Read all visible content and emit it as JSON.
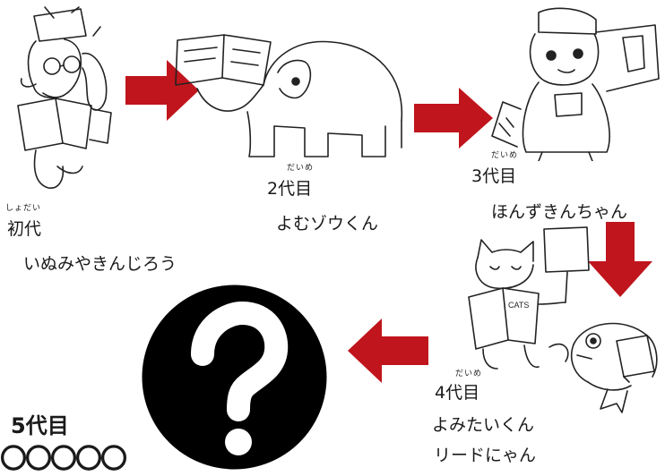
{
  "generations": [
    {
      "ruby": "しょだい",
      "label": "初代",
      "name": "いぬみやきんじろう",
      "character": "dog-with-glasses-reading"
    },
    {
      "ruby": "だいめ",
      "label": "2代目",
      "name": "よむゾウくん",
      "character": "elephant-with-book"
    },
    {
      "ruby": "だいめ",
      "label": "3代目",
      "name": "ほんずきんちゃん",
      "character": "hooded-girl-with-book"
    },
    {
      "ruby": "だいめ",
      "label": "4代目",
      "name": "よみたいくん",
      "character": "cat-reading-cats-book"
    },
    {
      "ruby": "",
      "label": "",
      "name": "リードにゃん",
      "character": "fish-with-book"
    },
    {
      "ruby": "",
      "label": "5代目",
      "name": "〇〇〇〇〇",
      "character": "question-mark"
    }
  ],
  "colors": {
    "arrow": "#c0151c",
    "ink": "#1a1a1a",
    "mystery": "#000000"
  },
  "mystery_symbol": "?"
}
